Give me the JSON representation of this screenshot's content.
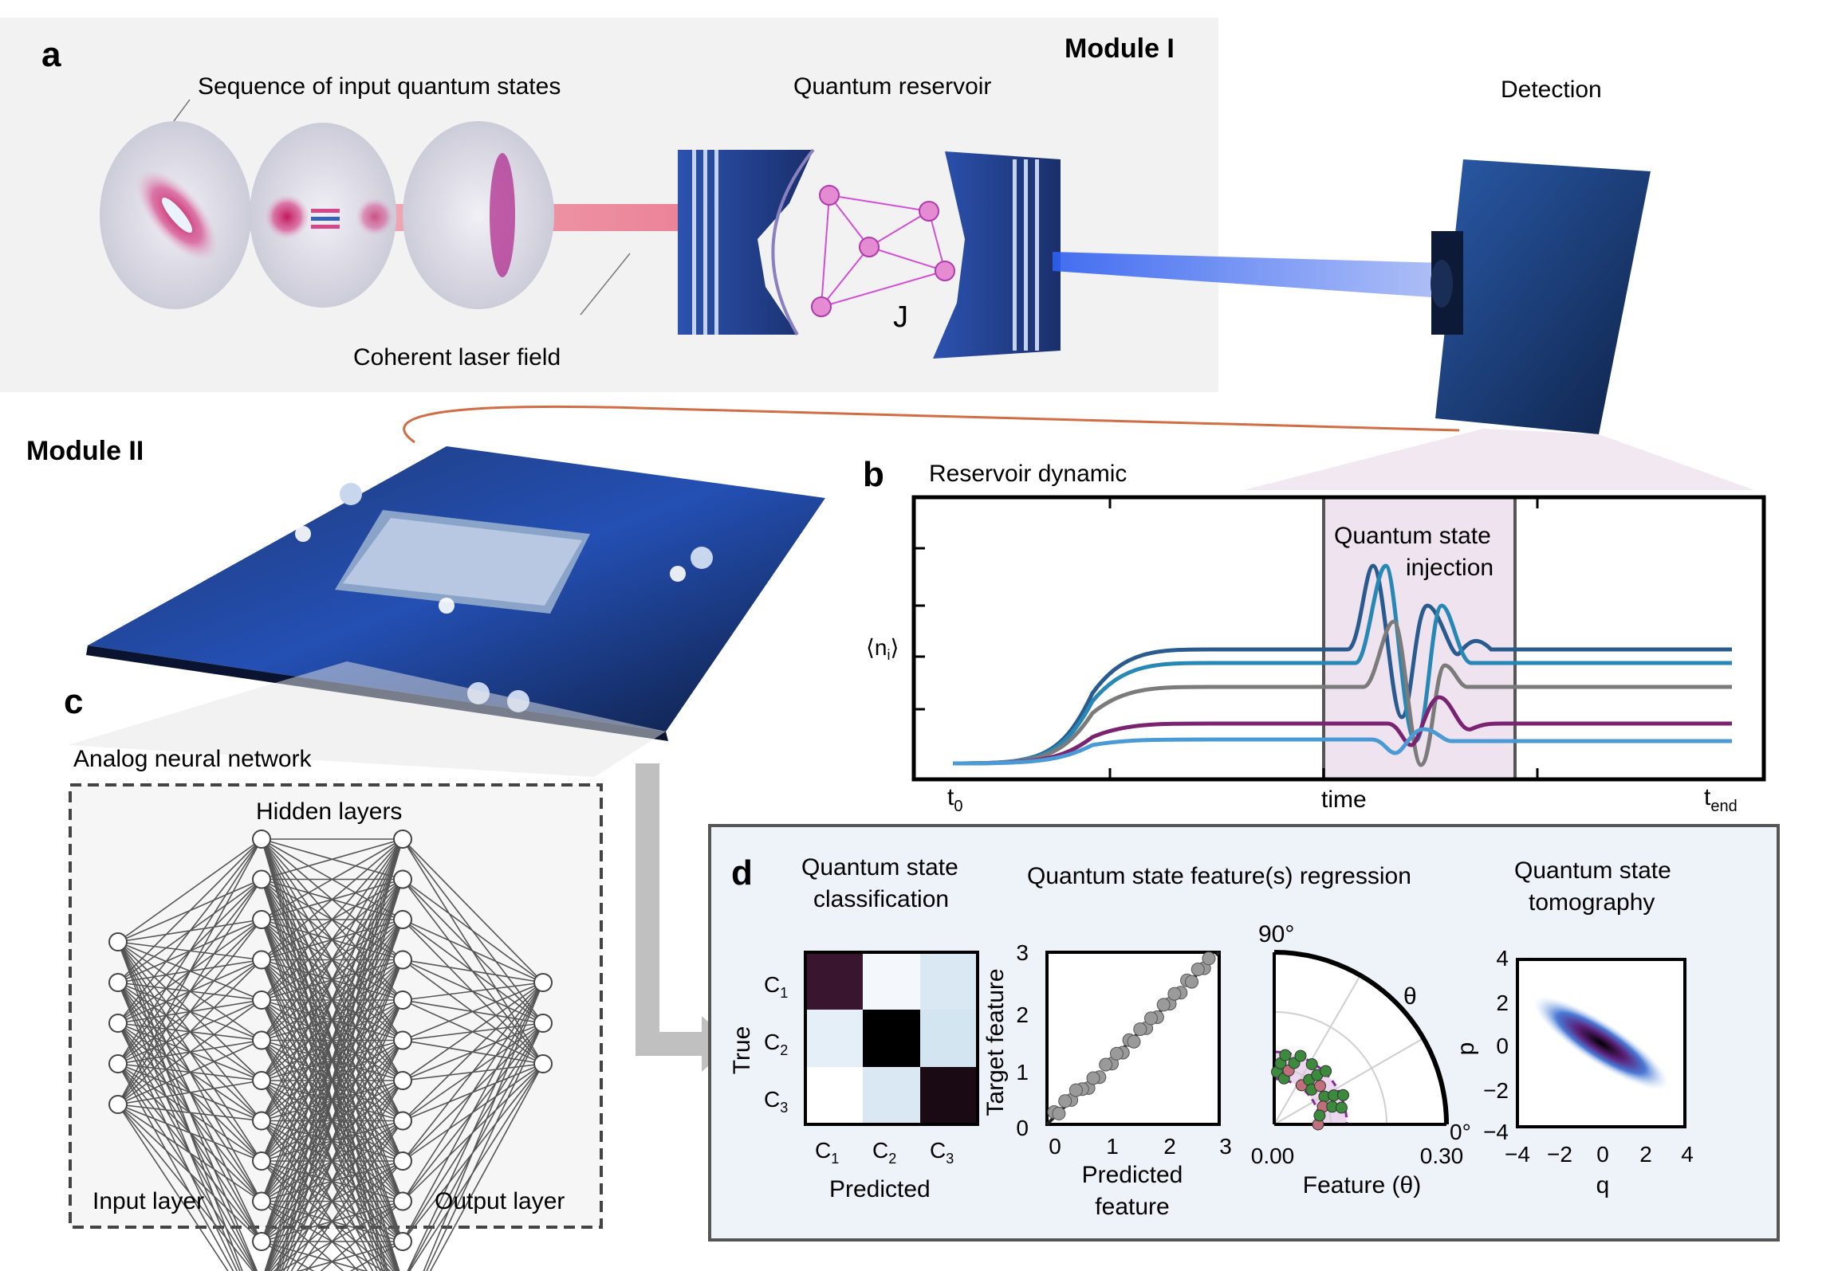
{
  "panel_a": {
    "letter": "a",
    "module_label": "Module I",
    "input_states_label": "Sequence of input quantum states",
    "reservoir_label": "Quantum reservoir",
    "coupling_label": "J",
    "laser_label": "Coherent laser field",
    "detection_label": "Detection"
  },
  "module_ii": {
    "label": "Module II"
  },
  "panel_b": {
    "letter": "b",
    "title": "Reservoir dynamic",
    "ylabel": "⟨n",
    "ylabel_sub": "i",
    "ylabel_close": "⟩",
    "injection_label_1": "Quantum state",
    "injection_label_2": "injection",
    "x_start": "t",
    "x_start_sub": "0",
    "x_mid": "time",
    "x_end": "t",
    "x_end_sub": "end"
  },
  "panel_c": {
    "letter": "c",
    "title": "Analog neural network",
    "hidden_label": "Hidden layers",
    "input_label": "Input  layer",
    "output_label": "Output  layer"
  },
  "panel_d": {
    "letter": "d",
    "classification": {
      "title_1": "Quantum state",
      "title_2": "classification",
      "ylabel": "True",
      "xlabel": "Predicted",
      "classes": [
        "C",
        "C",
        "C"
      ],
      "class_subs": [
        "1",
        "2",
        "3"
      ]
    },
    "regression": {
      "title": "Quantum state feature(s) regression",
      "ylabel": "Target feature",
      "xlabel_1": "Predicted",
      "xlabel_2": "feature",
      "ticks": [
        "0",
        "1",
        "2",
        "3"
      ]
    },
    "polar": {
      "angle_top": "90°",
      "angle_right": "0°",
      "theta": "θ",
      "r_min": "0.00",
      "r_max": "0.30",
      "xlabel": "Feature (θ)"
    },
    "tomography": {
      "title_1": "Quantum state",
      "title_2": "tomography",
      "ylabel": "p",
      "xlabel": "q",
      "yticks": [
        "4",
        "2",
        "0",
        "−2",
        "−4"
      ],
      "xticks": [
        "−4",
        "−2",
        "0",
        "2",
        "4"
      ]
    }
  },
  "colors": {
    "reservoir_blue": "#1f4a9a",
    "injection_shade": "#eee3ef",
    "series_1": "#2a5b8f",
    "series_2": "#2787b5",
    "series_3": "#7b7b7b",
    "series_4": "#7a2370",
    "series_5": "#4a9ad6",
    "panel_d_bg": "#eef3fa"
  }
}
